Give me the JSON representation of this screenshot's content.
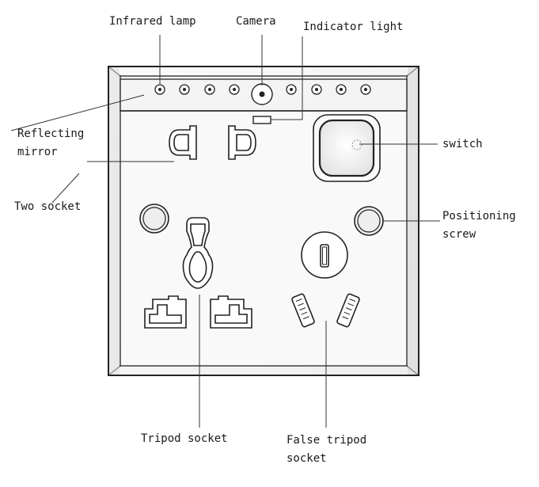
{
  "labels": {
    "infrared_lamp": "Infrared lamp",
    "camera": "Camera",
    "indicator_light": "Indicator light",
    "reflecting_mirror_line1": "Reflecting",
    "reflecting_mirror_line2": "mirror",
    "two_socket": "Two socket",
    "switch": "switch",
    "positioning_screw_line1": "Positioning",
    "positioning_screw_line2": "screw",
    "tripod_socket": "Tripod socket",
    "false_tripod_socket_line1": "False tripod",
    "false_tripod_socket_line2": "socket"
  },
  "colors": {
    "outline": "#222222",
    "plate_fill": "#f7f7f7",
    "leader": "#333333"
  }
}
